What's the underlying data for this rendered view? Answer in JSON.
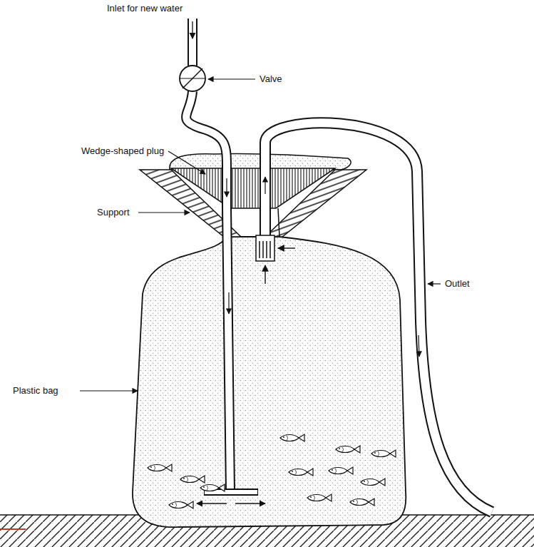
{
  "diagram": {
    "labels": [
      "Inlet for new water",
      "Valve",
      "Wedge-shaped plug",
      "Support",
      "Outlet",
      "Plastic bag"
    ]
  }
}
